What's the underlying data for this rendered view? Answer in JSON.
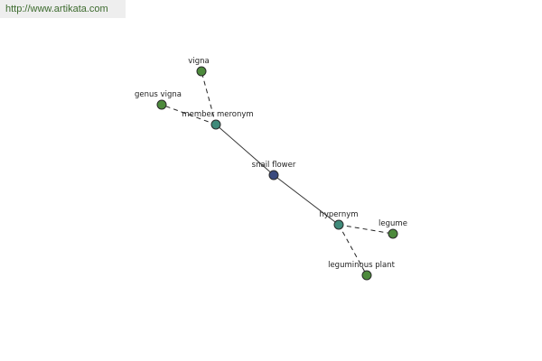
{
  "header": {
    "url": "http://www.artikata.com"
  },
  "colors": {
    "center": "#3a4a7e",
    "relation": "#3f8a7a",
    "leaf": "#4d8a3c"
  },
  "diagram": {
    "nodes": [
      {
        "id": "snail_flower",
        "label": "snail flower",
        "kind": "center"
      },
      {
        "id": "member_meronym",
        "label": "member meronym",
        "kind": "relation"
      },
      {
        "id": "hypernym",
        "label": "hypernym",
        "kind": "relation"
      },
      {
        "id": "vigna",
        "label": "vigna",
        "kind": "leaf"
      },
      {
        "id": "genus_vigna",
        "label": "genus vigna",
        "kind": "leaf"
      },
      {
        "id": "legume",
        "label": "legume",
        "kind": "leaf"
      },
      {
        "id": "leguminous_plant",
        "label": "leguminous plant",
        "kind": "leaf"
      }
    ],
    "edges": [
      {
        "from": "snail_flower",
        "to": "member_meronym",
        "style": "solid"
      },
      {
        "from": "snail_flower",
        "to": "hypernym",
        "style": "solid"
      },
      {
        "from": "member_meronym",
        "to": "vigna",
        "style": "dashed"
      },
      {
        "from": "member_meronym",
        "to": "genus_vigna",
        "style": "dashed"
      },
      {
        "from": "hypernym",
        "to": "legume",
        "style": "dashed"
      },
      {
        "from": "hypernym",
        "to": "leguminous_plant",
        "style": "dashed"
      }
    ]
  }
}
